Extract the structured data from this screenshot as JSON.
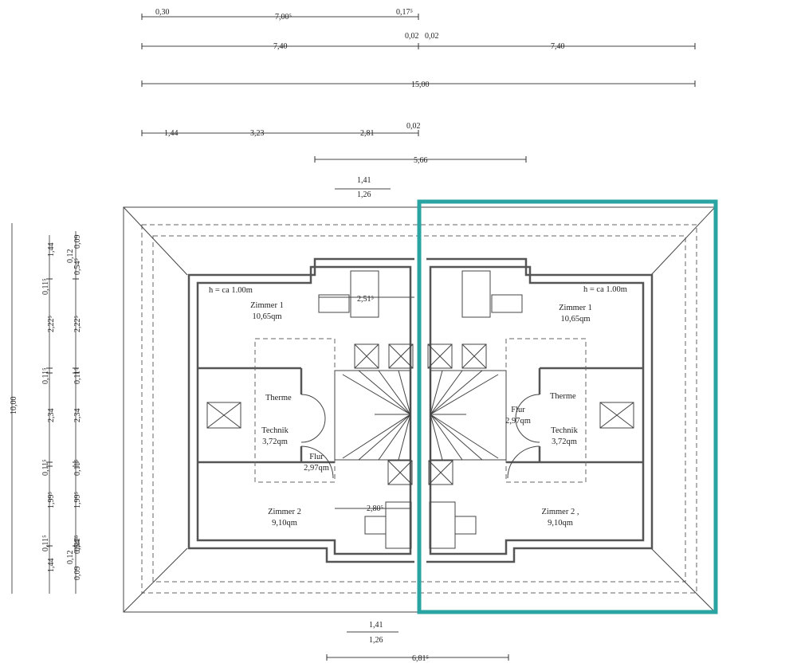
{
  "dimensions": {
    "top": {
      "row1": [
        "0,30",
        "7,00⁵",
        "0,17⁵"
      ],
      "row2": [
        "7,40",
        "0,02",
        "0,02",
        "7,40"
      ],
      "row3": [
        "15,00"
      ],
      "row4": [
        "1,44",
        "3,23",
        "2,81",
        "0,02"
      ],
      "row5": [
        "5,66"
      ],
      "row6": [
        "1,41",
        "1,26"
      ]
    },
    "left": {
      "total": "10,00",
      "colA": [
        "1,44",
        "0,11⁵",
        "2,22⁵",
        "0,11⁵",
        "2,34",
        "0,11⁵",
        "1,99⁵",
        "0,11⁵",
        "1,44"
      ],
      "colB": [
        "0,09",
        "0,54⁵",
        "0,12",
        "2,22⁵",
        "0,11⁵",
        "2,34",
        "0,11⁵",
        "1,99⁵",
        "0,11⁵",
        "0,54⁵",
        "0,12",
        "0,09"
      ]
    },
    "interior": {
      "upper": "2,51⁵",
      "lower": "2,80⁵"
    },
    "bottom": {
      "row1": [
        "1,41",
        "1,26"
      ],
      "row2": [
        "6,81⁵"
      ]
    }
  },
  "rooms": {
    "left": {
      "height_note": "h = ca 1.00m",
      "zimmer1": {
        "name": "Zimmer 1",
        "area": "10,65qm"
      },
      "therme": "Therme",
      "technik": {
        "name": "Technik",
        "area": "3,72qm"
      },
      "flur": {
        "name": "Flur",
        "area": "2,97qm"
      },
      "zimmer2": {
        "name": "Zimmer 2",
        "area": "9,10qm"
      }
    },
    "right": {
      "height_note": "h = ca 1.00m",
      "zimmer1": {
        "name": "Zimmer 1",
        "area": "10,65qm"
      },
      "therme": "Therme",
      "technik": {
        "name": "Technik",
        "area": "3,72qm"
      },
      "flur": {
        "name": "Flur",
        "area": "2,97qm"
      },
      "zimmer2": {
        "name": "Zimmer 2 ,",
        "area": "9,10qm"
      }
    }
  },
  "highlight_color": "#2aa3a3"
}
